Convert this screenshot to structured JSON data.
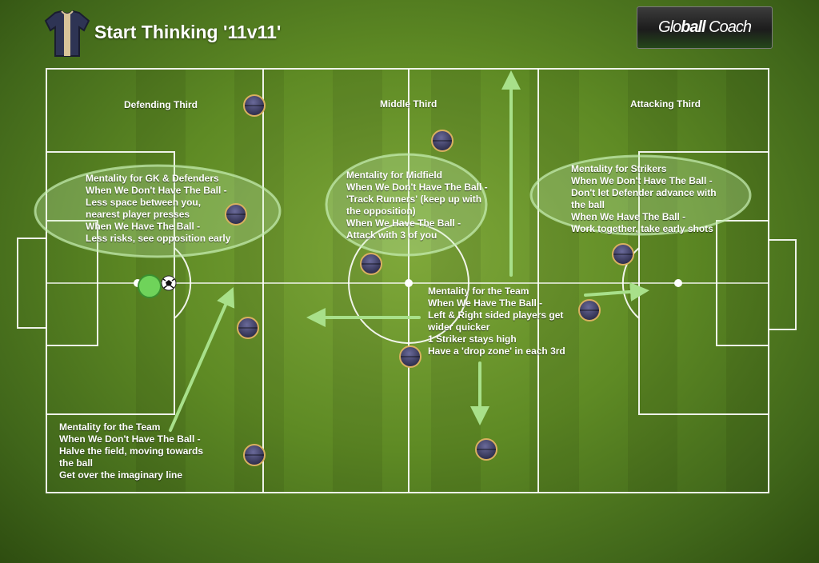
{
  "header": {
    "title": "Start Thinking '11v11'",
    "icon": "football-shirt-icon",
    "logo": {
      "text_regular": "Glo",
      "text_bold": "ball",
      "text_tail": " Coach"
    }
  },
  "zones": {
    "defending": "Defending Third",
    "middle": "Middle Third",
    "attacking": "Attacking Third"
  },
  "notes": {
    "defenders": [
      "Mentality for GK & Defenders",
      "When We Don't Have The Ball -",
      "Less space between you,",
      "nearest player presses",
      "When We Have The Ball -",
      "Less risks, see opposition early"
    ],
    "midfield": [
      "Mentality for Midfield",
      "When We Don't Have The Ball -",
      "'Track Runners' (keep up with",
      "the opposition)",
      "When We Have The Ball -",
      "Attack with 3 of you"
    ],
    "strikers": [
      "Mentality for Strikers",
      "When We Don't Have The Ball -",
      "Don't let Defender advance with",
      "the ball",
      "When We Have The Ball -",
      "Work together, take early shots"
    ],
    "team_with_ball": [
      "Mentality for the Team",
      "When We Have The Ball -",
      "Left & Right sided players get",
      "wider quicker",
      "1 Striker stays high",
      "Have a 'drop zone' in each 3rd"
    ],
    "team_without_ball": [
      "Mentality for the Team",
      "When We Don't Have The Ball -",
      "Halve the field, moving towards",
      "the ball",
      "Get over the imaginary line"
    ]
  },
  "colors": {
    "line": "#ffffff",
    "arrow": "#a8e08a",
    "player": "#3a3a5e",
    "player_rim": "#d9b060",
    "keeper": "#6fd35a",
    "halo": "#c8efb4"
  }
}
